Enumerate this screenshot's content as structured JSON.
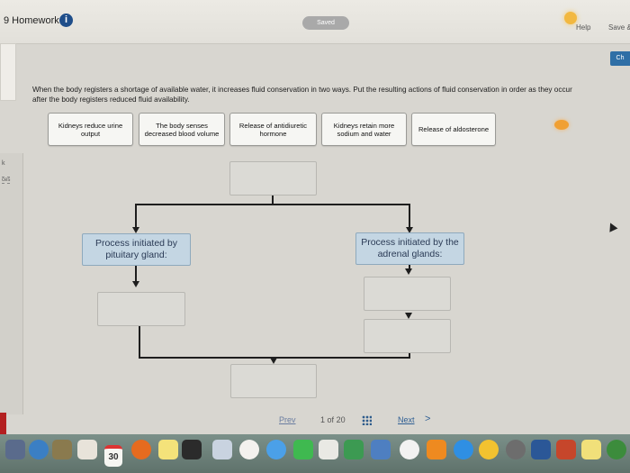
{
  "header": {
    "assignment_title": "9 Homework",
    "info_icon_glyph": "i",
    "saved_label": "Saved",
    "help_label": "Help",
    "save_label": "Save &"
  },
  "check_button_label": "Ch",
  "left_panel": {
    "k_label": "k",
    "ces_label": "ces"
  },
  "question": {
    "text": "When the body registers a shortage of available water, it increases fluid conservation in two ways. Put the resulting actions of fluid conservation in order as they occur after the body registers reduced fluid availability."
  },
  "chips": [
    {
      "label": "Kidneys reduce urine output"
    },
    {
      "label": "The body senses decreased blood volume"
    },
    {
      "label": "Release of antidiuretic hormone"
    },
    {
      "label": "Kidneys retain more sodium and water"
    },
    {
      "label": "Release of aldosterone"
    }
  ],
  "flowchart": {
    "pituitary_label": "Process initiated by pituitary gland:",
    "adrenal_label": "Process initiated by the adrenal glands:"
  },
  "pager": {
    "prev_label": "Prev",
    "page_current": "1",
    "page_of": "of",
    "page_total": "20",
    "next_label": "Next",
    "next_chevron": ">"
  },
  "dock": {
    "calendar_day": "30",
    "icons": [
      "launchpad-icon",
      "preview-icon",
      "calendar-icon",
      "firefox-icon",
      "notes-icon",
      "activity-monitor-icon",
      "photos-icon",
      "messages-icon",
      "itunes-icon",
      "numbers-icon",
      "keynote-icon",
      "music-icon",
      "books-icon",
      "app-store-icon",
      "chrome-icon",
      "settings-icon",
      "word-icon",
      "powerpoint-icon",
      "stickies-icon",
      "wifi-icon"
    ]
  },
  "colors": {
    "process_box": "#c4d6e3",
    "link_blue": "#2f5f93",
    "check_button": "#2f6fa6",
    "help_orange": "#f2b840"
  }
}
